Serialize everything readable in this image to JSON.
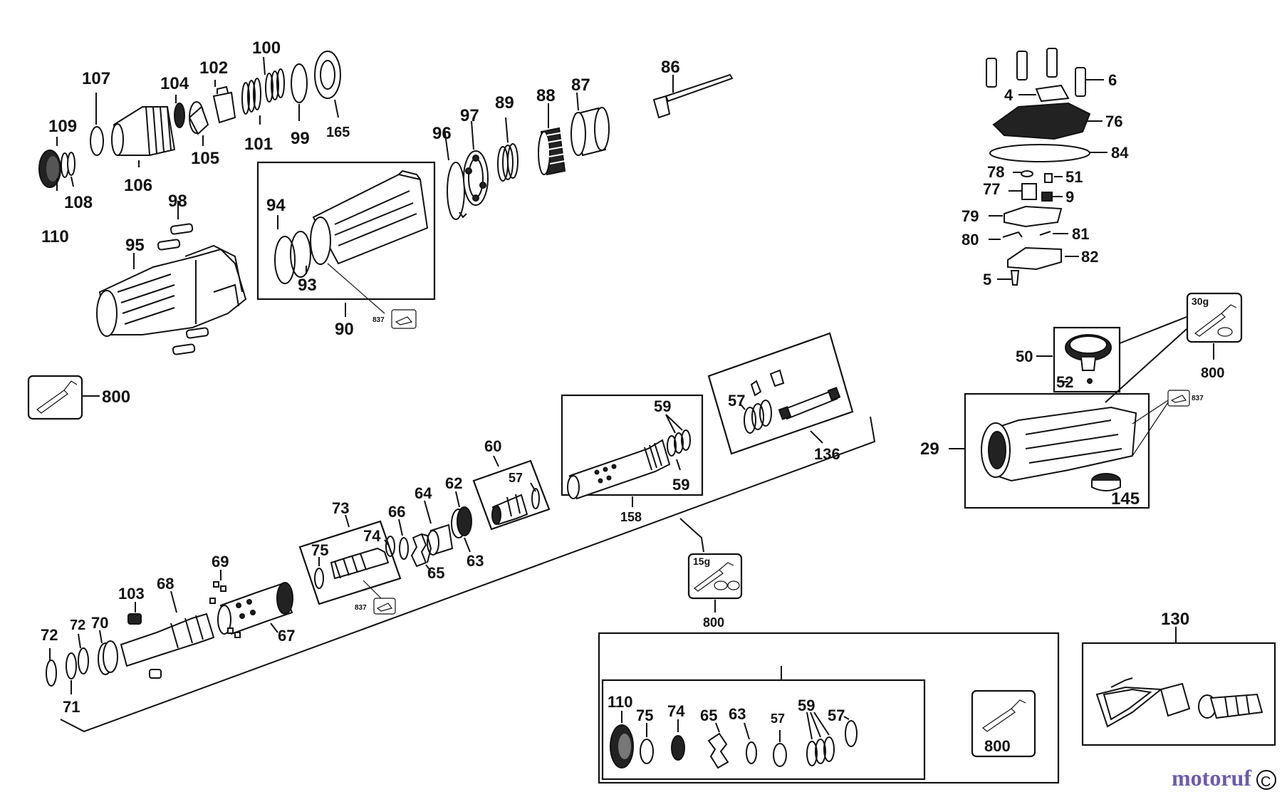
{
  "labels": {
    "l110a": "110",
    "l109": "109",
    "l108": "108",
    "l107": "107",
    "l106": "106",
    "l104": "104",
    "l105": "105",
    "l102": "102",
    "l100": "100",
    "l101": "101",
    "l99": "99",
    "l165": "165",
    "l98": "98",
    "l95": "95",
    "l94": "94",
    "l93": "93",
    "l90": "90",
    "l837a": "837",
    "l96": "96",
    "l97": "97",
    "l89": "89",
    "l88": "88",
    "l87": "87",
    "l86": "86",
    "l800a": "800",
    "l6": "6",
    "l4": "4",
    "l76": "76",
    "l84": "84",
    "l78": "78",
    "l51": "51",
    "l77": "77",
    "l9": "9",
    "l79": "79",
    "l81": "81",
    "l80": "80",
    "l82": "82",
    "l5": "5",
    "l30g": "30g",
    "l800b": "800",
    "l50": "50",
    "l52": "52",
    "l837b": "837",
    "l29": "29",
    "l145": "145",
    "l57a": "57",
    "l136": "136",
    "l59a": "59",
    "l59b": "59",
    "l158": "158",
    "l60": "60",
    "l57b": "57",
    "l62": "62",
    "l64": "64",
    "l66": "66",
    "l63": "63",
    "l65a": "65",
    "l73": "73",
    "l74a": "74",
    "l75a": "75",
    "l837c": "837",
    "l15g": "15g",
    "l800c": "800",
    "l69": "69",
    "l103": "103",
    "l68": "68",
    "l67": "67",
    "l72a": "72",
    "l72b": "72",
    "l70": "70",
    "l71": "71",
    "l130": "130",
    "l110b": "110",
    "l75b": "75",
    "l74b": "74",
    "l65b": "65",
    "l63b": "63",
    "l57c": "57",
    "l59c": "59",
    "l57d": "57",
    "l800d": "800"
  },
  "watermark": {
    "text": "motoruf",
    "corner_mark": "C",
    "color_main": "#6b5bb0",
    "color_accent": "#e0a020"
  },
  "icons": [
    "grease-tube-icon",
    "manual-icon"
  ]
}
